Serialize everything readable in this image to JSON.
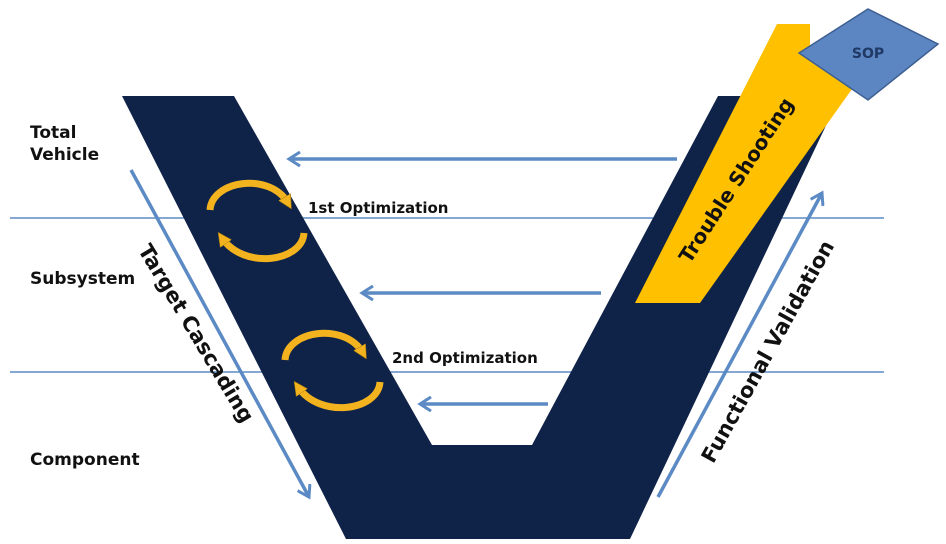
{
  "levels": {
    "total_line1": "Total",
    "total_line2": "Vehicle",
    "subsystem": "Subsystem",
    "component": "Component"
  },
  "optimizations": {
    "first": "1st Optimization",
    "second": "2nd Optimization"
  },
  "phases": {
    "left_arm": "Target Cascading",
    "right_arm": "Functional Validation",
    "trouble": "Trouble Shooting",
    "milestone": "SOP"
  },
  "colors": {
    "v_shape": "#0f2248",
    "arrow": "#5b8ac4",
    "band": "#ffc000",
    "milestone": "#5b86c2",
    "cycle": "#f2b31e",
    "divider": "#3a75b8"
  }
}
